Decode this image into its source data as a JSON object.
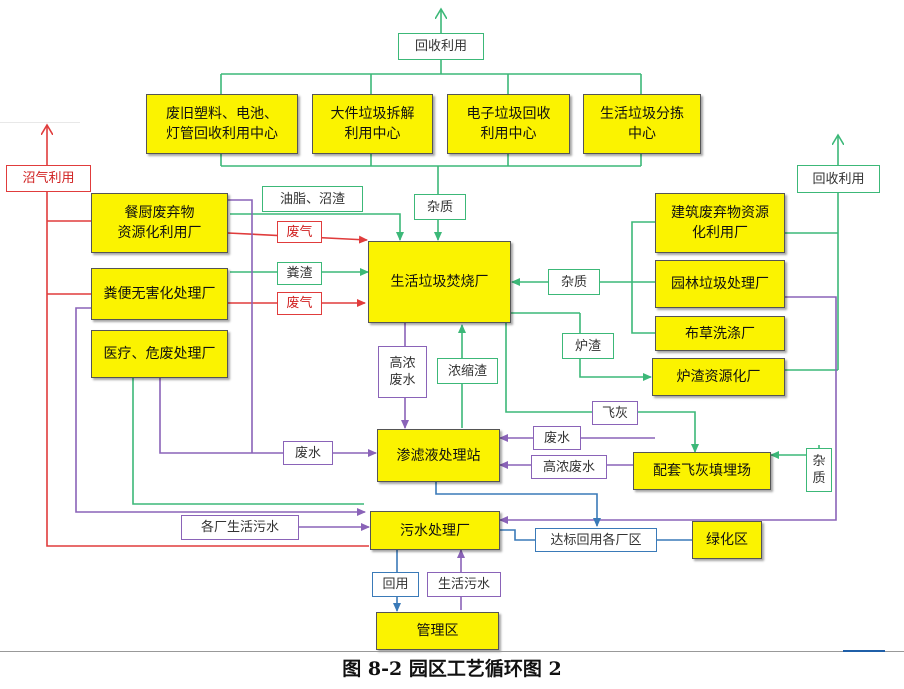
{
  "nodes": {
    "plastics_center": "废旧塑料、电池、\n灯管回收利用中心",
    "bulky_center": "大件垃圾拆解\n利用中心",
    "ewaste_center": "电子垃圾回收\n利用中心",
    "sorting_center": "生活垃圾分拣\n中心",
    "kitchen_plant": "餐厨废弃物\n资源化利用厂",
    "manure_plant": "粪便无害化处理厂",
    "medical_plant": "医疗、危废处理厂",
    "incineration_plant": "生活垃圾焚烧厂",
    "construction_plant": "建筑废弃物资源\n化利用厂",
    "garden_plant": "园林垃圾处理厂",
    "textile_plant": "布草洗涤厂",
    "slag_plant": "炉渣资源化厂",
    "leachate_station": "渗滤液处理站",
    "flyash_landfill": "配套飞灰填埋场",
    "sewage_plant": "污水处理厂",
    "green_area": "绿化区",
    "management_area": "管理区"
  },
  "labels": {
    "recycle_top": "回收利用",
    "recycle_right": "回收利用",
    "biogas": "沼气利用",
    "oil_residue": "油脂、沼渣",
    "impurity_top": "杂质",
    "waste_gas_1": "废气",
    "waste_gas_2": "废气",
    "manure_residue": "粪渣",
    "impurity_mid": "杂质",
    "furnace_slag": "炉渣",
    "high_conc_wastewater": "高浓\n废水",
    "concentrate_residue": "浓缩渣",
    "fly_ash": "飞灰",
    "wastewater_left": "废水",
    "wastewater_right": "废水",
    "high_conc_wastewater_2": "高浓废水",
    "impurity_right": "杂\n质",
    "factory_sewage": "各厂生活污水",
    "reuse_standard": "达标回用各厂区",
    "reuse": "回用",
    "domestic_sewage": "生活污水"
  },
  "caption": "图 8-2  园区工艺循环图 2",
  "colors": {
    "box_fill": "#fbf300",
    "green": "#3cb878",
    "red": "#e03c3c",
    "purple": "#8a63b8",
    "blue": "#3a7ab8"
  }
}
